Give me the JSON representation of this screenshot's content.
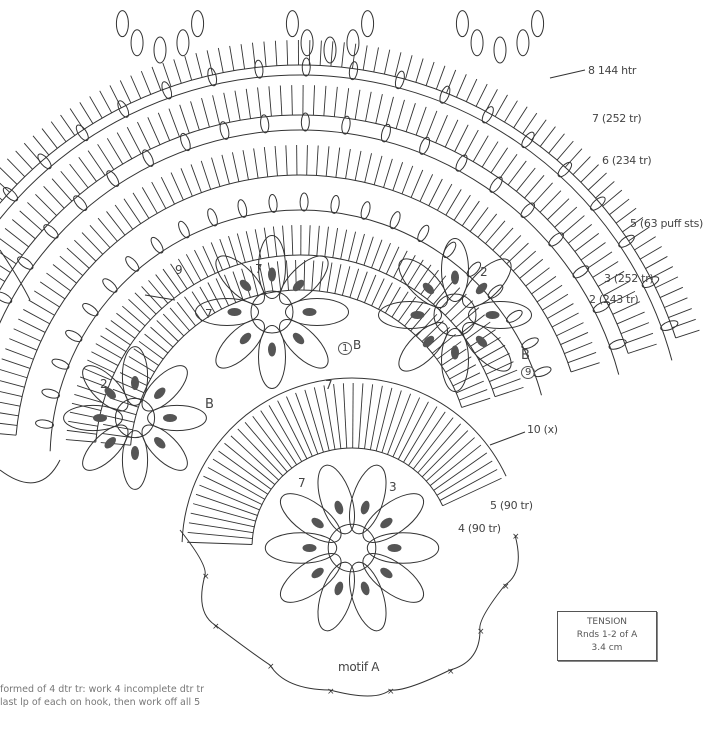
{
  "row_labels": {
    "r8": "8 144 htr",
    "r7": "7 (252 tr)",
    "r6": "6 (234 tr)",
    "r5": "5 (63 puff sts)",
    "r3": "3 (252 tr)",
    "r2": "2 (243 tr)",
    "r10": "10 (x)",
    "r5b": "5 (90 tr)",
    "r4b": "4 (90 tr)"
  },
  "motif_labels": {
    "motif_a": "motif A",
    "b1": "B",
    "b1_round": "9",
    "b2": "B",
    "b3": "B",
    "nine": "9",
    "one": "1",
    "two_a": "2",
    "two_b": "2",
    "seven_a": "7",
    "seven_b": "7",
    "seven_c": "7",
    "seven_d": "7",
    "three": "3"
  },
  "tension": {
    "title": "TENSION",
    "line1": "Rnds 1-2 of A",
    "line2": "3.4 cm"
  },
  "footnote": {
    "line1": "formed of 4 dtr tr: work 4 incomplete dtr tr",
    "line2": "last lp of each on hook, then work off all 5"
  }
}
